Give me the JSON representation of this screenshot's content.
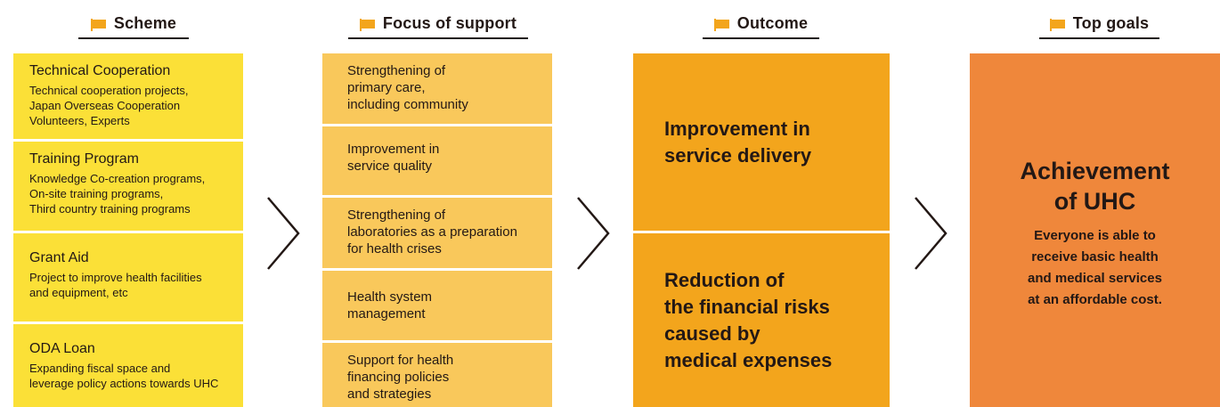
{
  "headers": {
    "scheme": "Scheme",
    "focus": "Focus of support",
    "outcome": "Outcome",
    "goals": "Top goals"
  },
  "scheme": [
    {
      "title": "Technical Cooperation",
      "desc": [
        "Technical cooperation projects,",
        "Japan Overseas Cooperation",
        "Volunteers, Experts"
      ]
    },
    {
      "title": "Training Program",
      "desc": [
        "Knowledge Co-creation programs,",
        "On-site training programs,",
        "Third country training programs"
      ]
    },
    {
      "title": "Grant Aid",
      "desc": [
        "Project to improve health facilities",
        "and equipment, etc"
      ]
    },
    {
      "title": "ODA Loan",
      "desc": [
        "Expanding fiscal space and",
        "leverage policy actions towards UHC"
      ]
    }
  ],
  "focus": [
    [
      "Strengthening of",
      "primary care,",
      "including community"
    ],
    [
      "Improvement in",
      "service quality"
    ],
    [
      "Strengthening of",
      "laboratories as a preparation",
      "for health crises"
    ],
    [
      "Health system",
      "management"
    ],
    [
      "Support for health",
      "financing policies",
      "and strategies"
    ]
  ],
  "outcome": [
    [
      "Improvement in",
      "service delivery"
    ],
    [
      "Reduction of",
      "the financial risks",
      "caused by",
      "medical expenses"
    ]
  ],
  "goal": {
    "title": [
      "Achievement",
      "of UHC"
    ],
    "desc": [
      "Everyone is able to",
      "receive basic health",
      "and medical services",
      "at an affordable cost."
    ]
  },
  "colors": {
    "flag": "#f3a51c",
    "scheme": "#fbe037",
    "focus": "#f9c85b",
    "outcome": "#f3a51c",
    "goal": "#ef873b"
  }
}
